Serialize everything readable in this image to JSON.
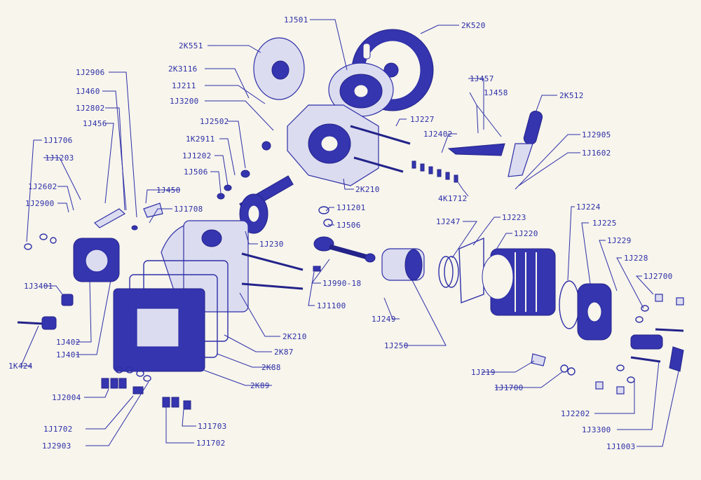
{
  "labels": {
    "p_1j501": "1J501",
    "p_2k520": "2K520",
    "p_2k551": "2K551",
    "p_2k3116": "2K3116",
    "p_1j211": "1J211",
    "p_1j3200": "1J3200",
    "p_1j2906": "1J2906",
    "p_1j460": "1J460",
    "p_1j2802": "1J2802",
    "p_1j456": "1J456",
    "p_1j1706": "1J1706",
    "p_1j1203": "1J1203",
    "p_1j2602": "1J2602",
    "p_1j2900": "1J2900",
    "p_1j2502": "1J2502",
    "p_1k2911": "1K2911",
    "p_1j1202": "1J1202",
    "p_1j506a": "1J506",
    "p_1j450": "1J450",
    "p_1j1708": "1J1708",
    "p_1j457": "1J457",
    "p_1j458": "1J458",
    "p_2k512": "2K512",
    "p_1j227": "1J227",
    "p_1j2402": "1J2402",
    "p_1j2905": "1J2905",
    "p_1j1602": "1J1602",
    "p_2k210a": "2K210",
    "p_4k1712": "4K1712",
    "p_1j1201": "1J1201",
    "p_1j506b": "1J506",
    "p_1j230": "1J230",
    "p_1j247": "1J247",
    "p_1j223": "1J223",
    "p_1j220": "1J220",
    "p_1j224": "1J224",
    "p_1j225": "1J225",
    "p_1j229": "1J229",
    "p_1j228": "1J228",
    "p_1j2700": "1J2700",
    "p_1j3401": "1J3401",
    "p_1j990_18": "1J990-18",
    "p_1j1100": "1J1100",
    "p_1j249": "1J249",
    "p_1j250": "1J250",
    "p_1j402": "1J402",
    "p_1j401": "1J401",
    "p_1k424": "1K424",
    "p_2k210b": "2K210",
    "p_2k87": "2K87",
    "p_2k88": "2K88",
    "p_2k89": "2K89",
    "p_1j219": "1J219",
    "p_1j1700": "1J1700",
    "p_1j2004": "1J2004",
    "p_1j1702a": "1J1702",
    "p_1j1703": "1J1703",
    "p_1j2903": "1J2903",
    "p_1j1702b": "1J1702",
    "p_1j2202": "1J2202",
    "p_1j3300": "1J3300",
    "p_1j1003": "1J1003"
  },
  "colors": {
    "ink": "#2e2fa8",
    "paper": "#f7f5ec",
    "part_fill": "#3535b0"
  }
}
